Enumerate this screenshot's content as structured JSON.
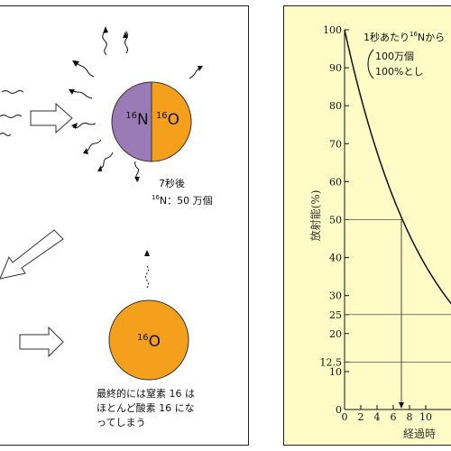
{
  "left": {
    "nucleus_top": {
      "label_left_mass": "16",
      "label_left_el": "N",
      "label_right_mass": "16",
      "label_right_el": "O",
      "color_n": "#9b7bb6",
      "color_o": "#f4a01c"
    },
    "caption_7s": {
      "line1": "7秒後",
      "line2_mass": "16",
      "line2_rest": "N：50 万個"
    },
    "nucleus_bottom": {
      "label_mass": "16",
      "label_el": "O",
      "color": "#f4a01c"
    },
    "caption_final": {
      "line1": "最終的には窒素 16 は",
      "line2": "ほとんど酸素 16 にな",
      "line3": "ってしまう"
    }
  },
  "chart_data": {
    "type": "line",
    "title_prefix": "1秒あたり",
    "title_mass": "16",
    "title_rest": "Nから",
    "note_line1": "100万個",
    "note_line2": "100%とし",
    "ylabel": "放射能(%)",
    "xlabel": "経過時",
    "y_ticks": [
      {
        "v": 100,
        "t": "100"
      },
      {
        "v": 90,
        "t": "90"
      },
      {
        "v": 80,
        "t": "80"
      },
      {
        "v": 70,
        "t": "70"
      },
      {
        "v": 60,
        "t": "60"
      },
      {
        "v": 50,
        "t": "50"
      },
      {
        "v": 40,
        "t": "40"
      },
      {
        "v": 30,
        "t": "30"
      },
      {
        "v": 25,
        "t": "25"
      },
      {
        "v": 20,
        "t": "20"
      },
      {
        "v": 12.5,
        "t": "12.5"
      },
      {
        "v": 10,
        "t": "10"
      },
      {
        "v": 0,
        "t": "0"
      }
    ],
    "x_ticks": [
      0,
      2,
      4,
      6,
      8,
      10
    ],
    "half_life": 7.13,
    "guide_levels": [
      50,
      25,
      12.5
    ],
    "guide_x": 7,
    "ylim": [
      0,
      100
    ],
    "xlim": [
      0,
      24
    ]
  }
}
